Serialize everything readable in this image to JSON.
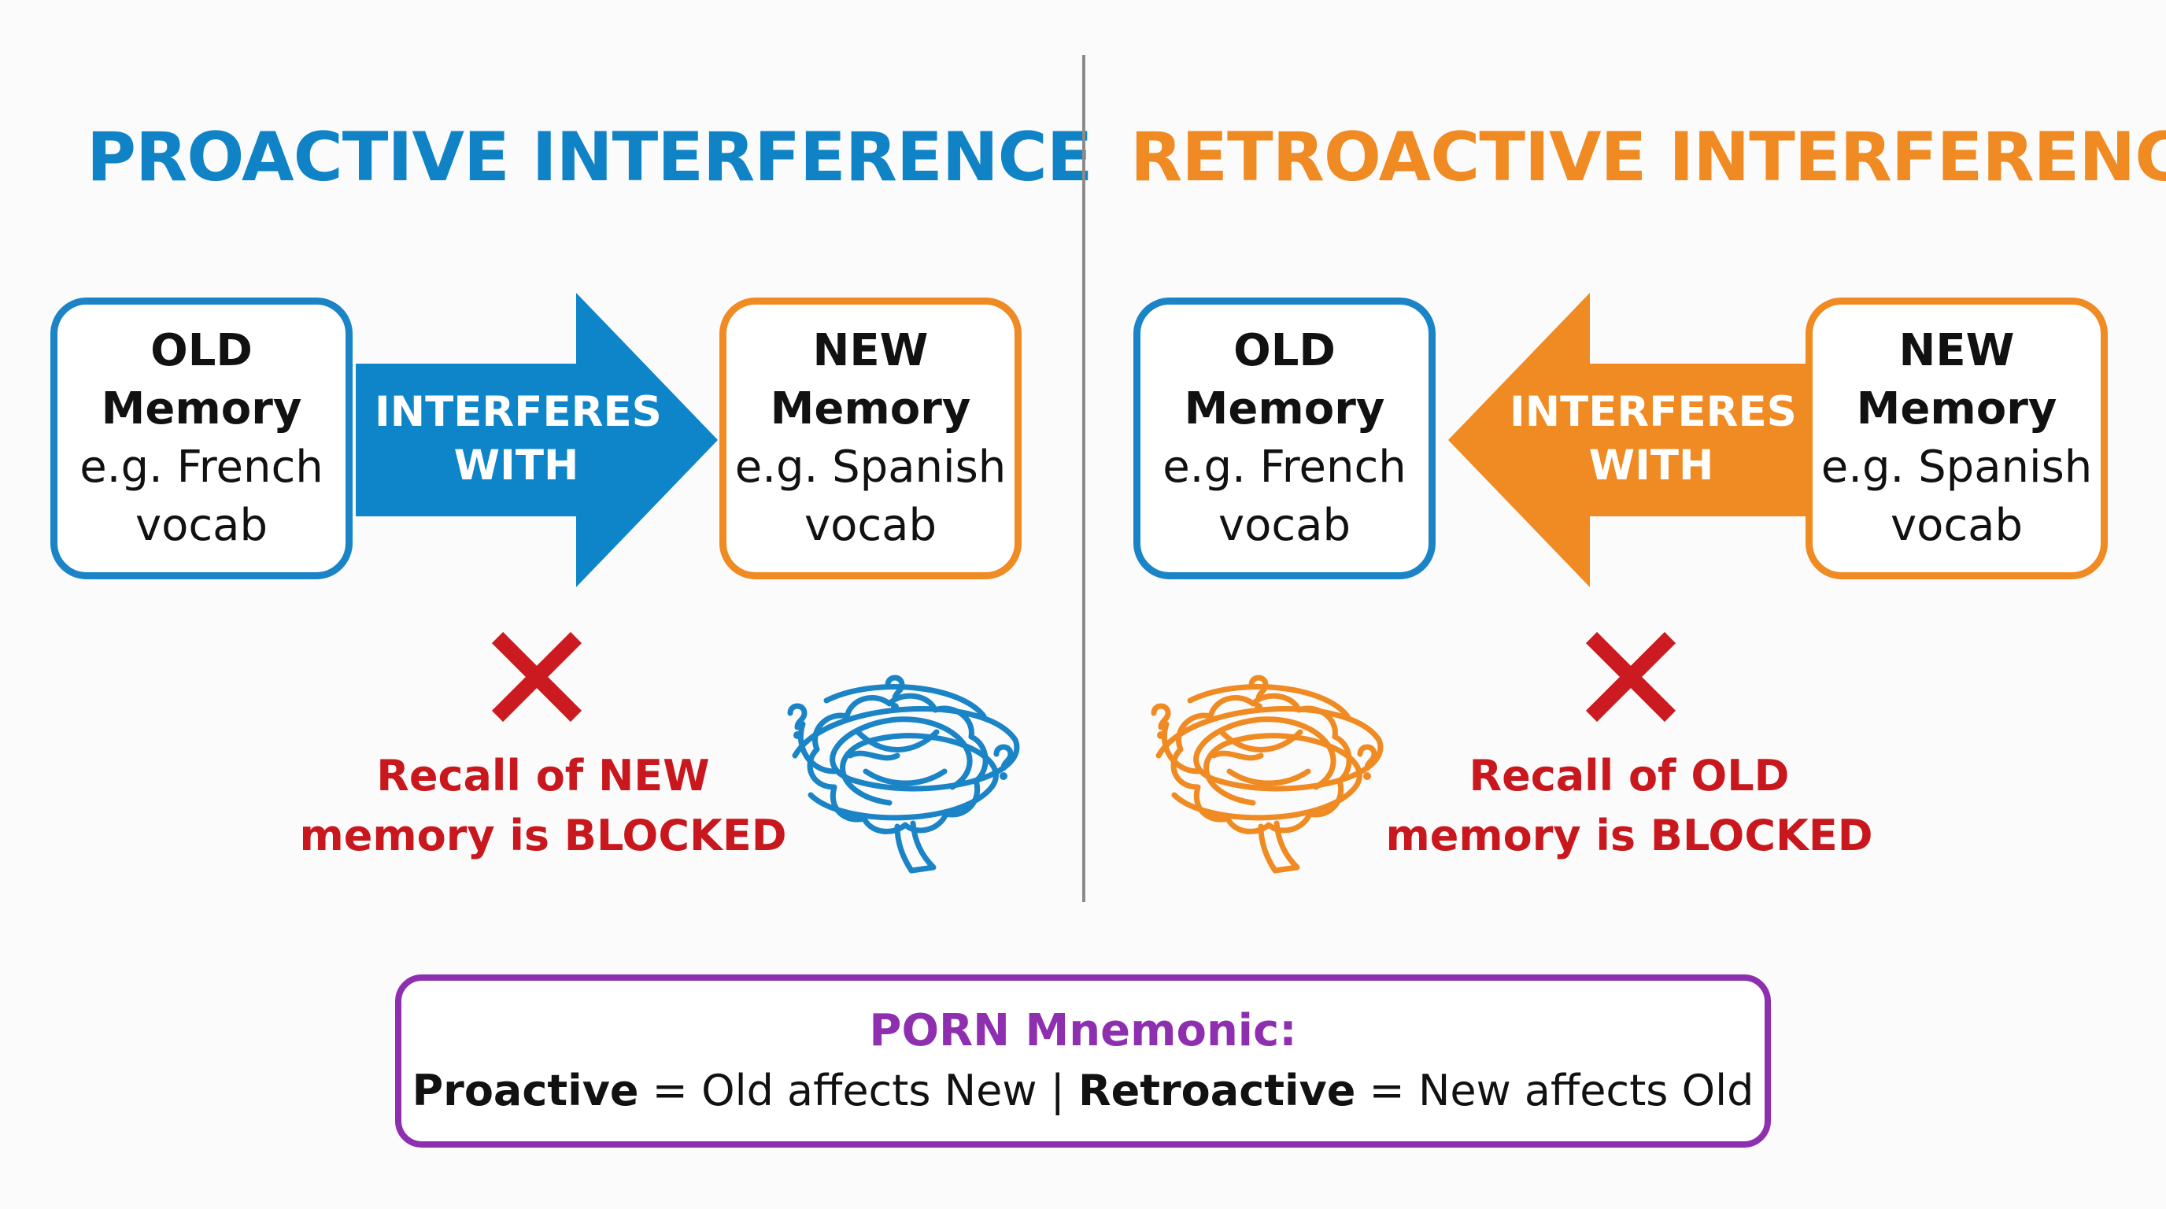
{
  "colors": {
    "proactive_blue": "#1a84c6",
    "retroactive_orange": "#f08a22",
    "blocked_red": "#c8171d",
    "mnemonic_purple": "#8e2fb0"
  },
  "left": {
    "title": "PROACTIVE INTERFERENCE",
    "old_box": {
      "line1": "OLD",
      "line2": "Memory",
      "line3": "e.g. French",
      "line4": "vocab"
    },
    "arrow": {
      "line1": "INTERFERES",
      "line2": "WITH",
      "direction": "right"
    },
    "new_box": {
      "line1": "NEW",
      "line2": "Memory",
      "line3": "e.g. Spanish",
      "line4": "vocab"
    },
    "blocked": {
      "line1": "Recall of NEW",
      "line2": "memory is BLOCKED"
    },
    "icons": [
      "red-x-icon",
      "confused-brain-icon"
    ]
  },
  "right": {
    "title": "RETROACTIVE INTERFERENCE",
    "old_box": {
      "line1": "OLD",
      "line2": "Memory",
      "line3": "e.g. French",
      "line4": "vocab"
    },
    "arrow": {
      "line1": "INTERFERES",
      "line2": "WITH",
      "direction": "left"
    },
    "new_box": {
      "line1": "NEW",
      "line2": "Memory",
      "line3": "e.g. Spanish",
      "line4": "vocab"
    },
    "blocked": {
      "line1": "Recall of OLD",
      "line2": "memory is BLOCKED"
    },
    "icons": [
      "confused-brain-icon",
      "red-x-icon"
    ]
  },
  "mnemonic": {
    "title": "PORN Mnemonic:",
    "term1": "Proactive",
    "def1": " = Old affects New | ",
    "term2": "Retroactive",
    "def2": " = New affects Old"
  }
}
